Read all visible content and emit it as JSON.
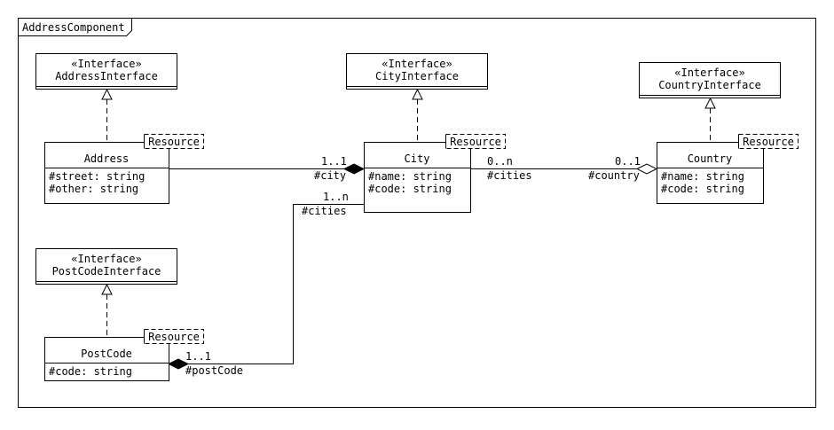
{
  "package": {
    "name": "AddressComponent"
  },
  "interfaces": {
    "address": {
      "stereotype": "«Interface»",
      "name": "AddressInterface"
    },
    "city": {
      "stereotype": "«Interface»",
      "name": "CityInterface"
    },
    "country": {
      "stereotype": "«Interface»",
      "name": "CountryInterface"
    },
    "postcode": {
      "stereotype": "«Interface»",
      "name": "PostCodeInterface"
    }
  },
  "classes": {
    "address": {
      "name": "Address",
      "tag": "Resource",
      "attributes": [
        "#street: string",
        "#other: string"
      ]
    },
    "city": {
      "name": "City",
      "tag": "Resource",
      "attributes": [
        "#name: string",
        "#code: string"
      ]
    },
    "country": {
      "name": "Country",
      "tag": "Resource",
      "attributes": [
        "#name: string",
        "#code: string"
      ]
    },
    "postcode": {
      "name": "PostCode",
      "tag": "Resource",
      "attributes": [
        "#code: string"
      ]
    }
  },
  "associations": {
    "address_city": {
      "multiplicity": "1..1",
      "role": "#city"
    },
    "city_country_city_end": {
      "multiplicity": "0..n",
      "role": "#cities"
    },
    "city_country_country_end": {
      "multiplicity": "0..1",
      "role": "#country"
    },
    "postcode_city_city_end": {
      "multiplicity": "1..n",
      "role": "#cities"
    },
    "postcode_city_postcode_end": {
      "multiplicity": "1..1",
      "role": "#postCode"
    }
  }
}
